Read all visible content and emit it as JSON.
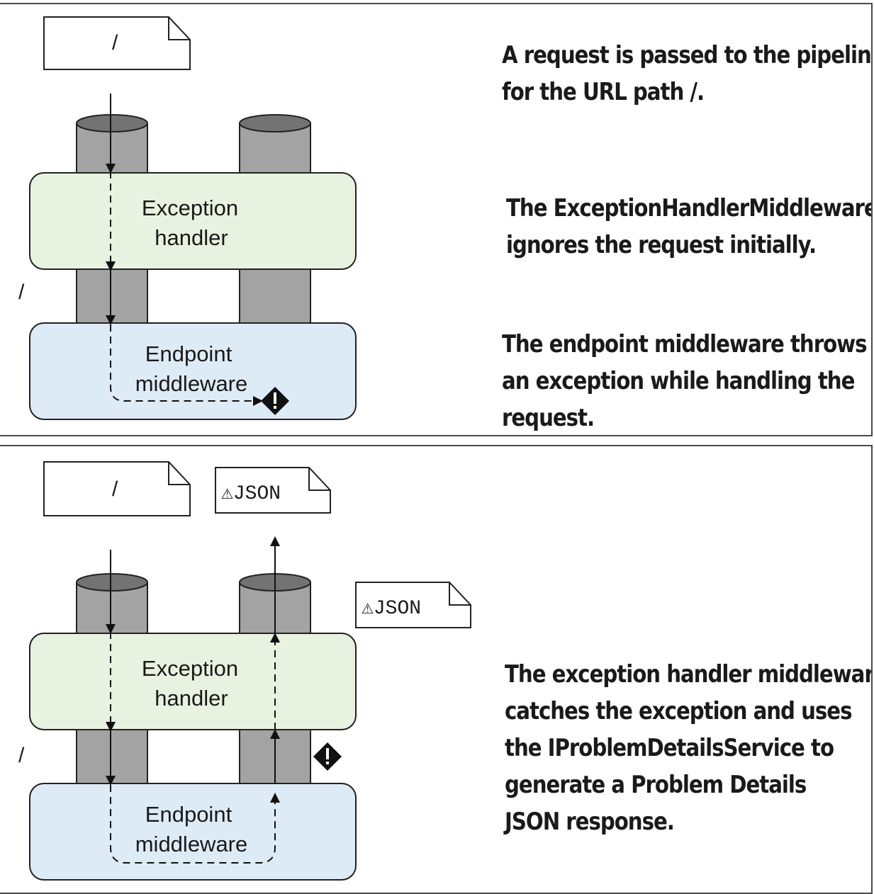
{
  "top_panel": {
    "request_doc_label": "/",
    "side_label": "/",
    "exception_box": {
      "line1": "Exception",
      "line2": "handler"
    },
    "endpoint_box": {
      "line1": "Endpoint",
      "line2": "middleware"
    },
    "error_icon": "exclamation-diamond-icon",
    "captions": [
      [
        "A request is passed to the pipeline",
        "for the URL path /."
      ],
      [
        "The ExceptionHandlerMiddleware",
        "ignores the request initially."
      ],
      [
        "The endpoint middleware throws",
        "an exception while handling the",
        "request."
      ]
    ]
  },
  "bottom_panel": {
    "request_doc_label": "/",
    "response_doc_label": "⚠JSON",
    "side_response_doc_label": "⚠JSON",
    "side_label": "/",
    "exception_box": {
      "line1": "Exception",
      "line2": "handler"
    },
    "endpoint_box": {
      "line1": "Endpoint",
      "line2": "middleware"
    },
    "error_icon": "exclamation-diamond-icon",
    "caption": [
      "The exception handler middleware",
      "catches the exception and uses",
      "the IProblemDetailsService to",
      "generate a Problem Details",
      "JSON response."
    ]
  },
  "colors": {
    "exception_box": "#e8f2e0",
    "endpoint_box": "#ddebf7",
    "pillar": "#a3a3a3",
    "pillar_top": "#737373",
    "stroke": "#222222"
  }
}
